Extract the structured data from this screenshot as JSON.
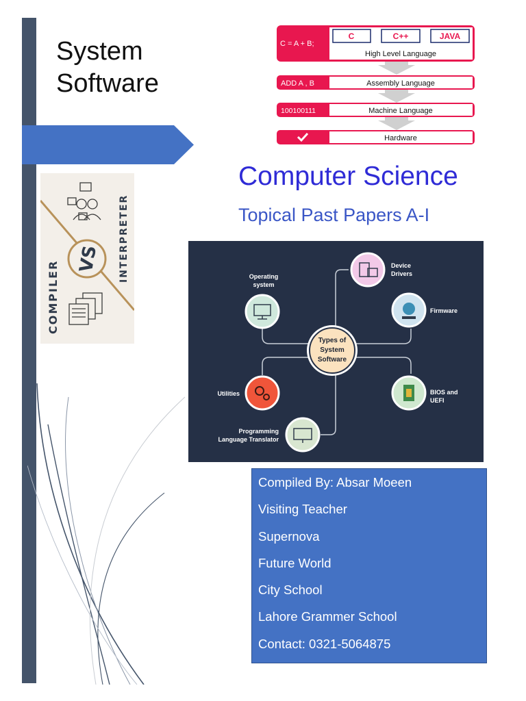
{
  "document": {
    "title_line1": "System",
    "title_line2": "Software",
    "subject": "Computer Science",
    "subtitle": "Topical Past Papers A-I"
  },
  "language_levels": {
    "hll_code": "C = A + B;",
    "lang_c": "C",
    "lang_cpp": "C++",
    "lang_java": "JAVA",
    "hll_label": "High Level Language",
    "asm_code": "ADD  A , B",
    "asm_label": "Assembly Language",
    "ml_code": "100100111",
    "ml_label": "Machine Language",
    "hw_label": "Hardware",
    "accent": "#e8174f"
  },
  "compiler_vs_interpreter": {
    "left_word": "COMPILER",
    "center_word": "VS",
    "right_word": "INTERPRETER"
  },
  "types_diagram": {
    "center": [
      "Types of",
      "System",
      "Software"
    ],
    "nodes": [
      {
        "label": [
          "Operating",
          "system"
        ],
        "icon": "monitor-icon",
        "color": "#cfe8dc"
      },
      {
        "label": [
          "Device",
          "Drivers"
        ],
        "icon": "devices-icon",
        "color": "#f2c9e8"
      },
      {
        "label": [
          "Firmware"
        ],
        "icon": "firmware-icon",
        "color": "#cfe3ef"
      },
      {
        "label": [
          "BIOS and",
          "UEFI"
        ],
        "icon": "chip-icon",
        "color": "#cfe8cf"
      },
      {
        "label": [
          "Programming",
          "Language Translator"
        ],
        "icon": "code-icon",
        "color": "#d8e6d0"
      },
      {
        "label": [
          "Utilities"
        ],
        "icon": "gears-icon",
        "color": "#f0553a"
      }
    ]
  },
  "compiled_info": {
    "lines": [
      "Compiled By: Absar Moeen",
      "Visiting Teacher",
      "Supernova",
      "Future World",
      "City School",
      "Lahore Grammer School",
      "Contact: 0321-5064875"
    ]
  }
}
